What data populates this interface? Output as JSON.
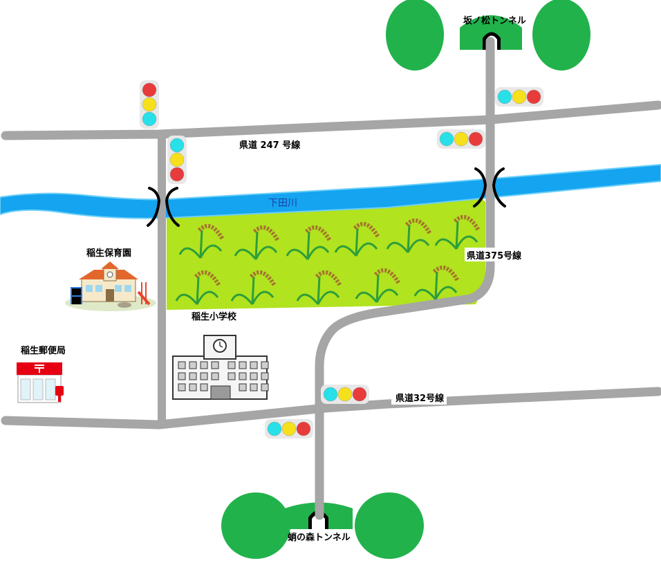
{
  "map": {
    "labels": {
      "tunnel_north": "坂ノ松トンネル",
      "tunnel_south": "蛸の森トンネル",
      "road_247": "県道 247 号線",
      "road_375": "県道375号線",
      "road_32": "県道32号線",
      "river": "下田川",
      "nursery": "稲生保育園",
      "school": "稲生小学校",
      "post_office": "稲生郵便局"
    },
    "colors": {
      "road": "#a6a6a6",
      "river": "#14a4f0",
      "rice_field": "#b1e31f",
      "forest": "#22b24c",
      "signal_red": "#e83b3b",
      "signal_yellow": "#f6e01c",
      "signal_cyan": "#27e0e8",
      "post_red": "#e60012"
    },
    "icons": {
      "traffic_lights": "traffic-light-icon",
      "bridges": "bridge-icon",
      "rice": "rice-plant-icon",
      "school": "school-building-icon",
      "nursery": "nursery-building-icon",
      "post": "post-office-icon",
      "tunnel": "tunnel-icon"
    }
  }
}
